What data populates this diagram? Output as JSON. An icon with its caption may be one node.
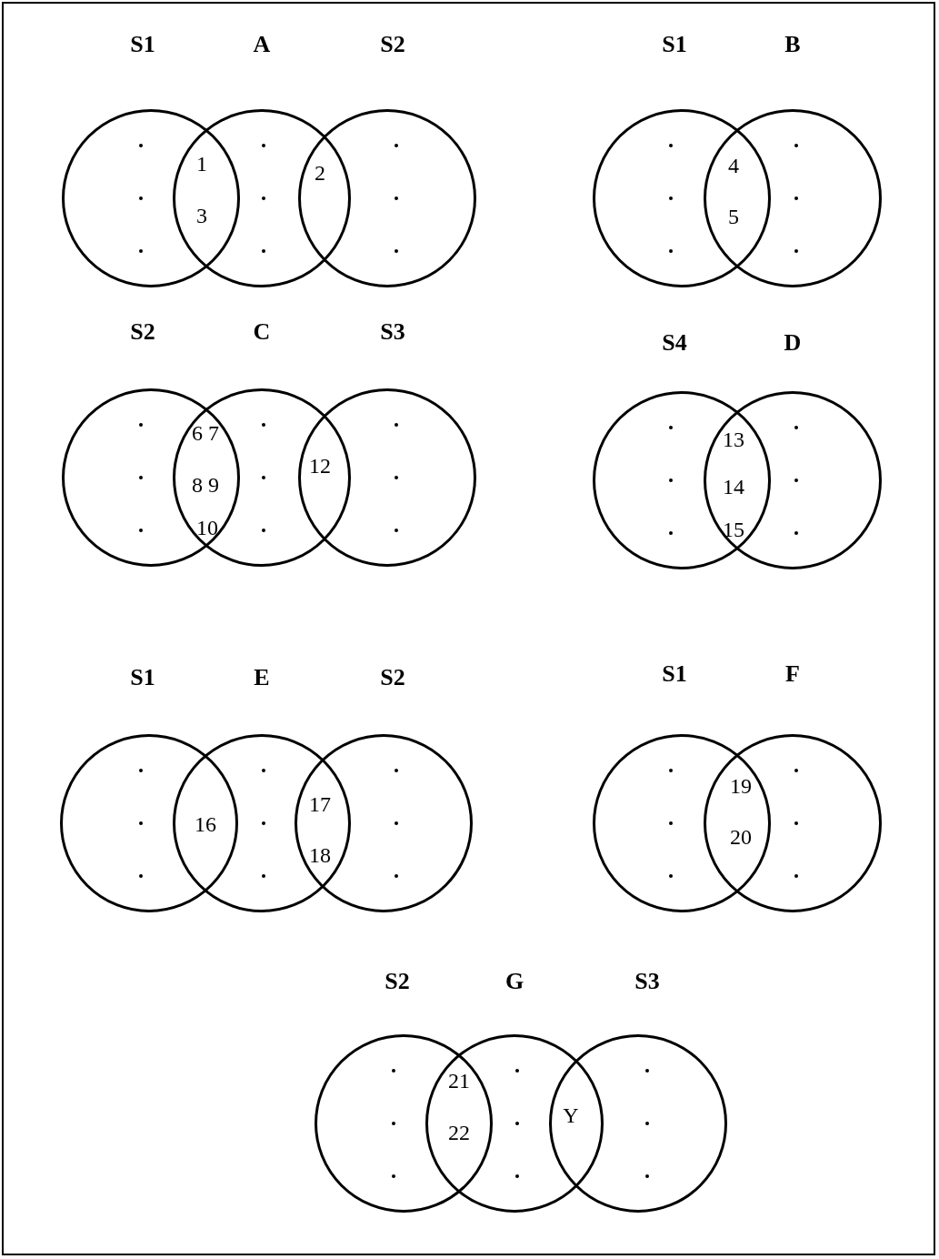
{
  "diagram": {
    "nodes": [
      {
        "text": [
          "S1"
        ]
      },
      {
        "text": [
          "A"
        ]
      },
      {
        "text": [
          "S2"
        ]
      },
      {
        "text": [
          "S1"
        ]
      },
      {
        "text": [
          "B"
        ]
      },
      {
        "text": [
          "S2"
        ]
      },
      {
        "text": [
          "C"
        ]
      },
      {
        "text": [
          "S3"
        ]
      },
      {
        "text": [
          "S4"
        ]
      },
      {
        "text": [
          "D"
        ]
      },
      {
        "text": [
          "S1"
        ]
      },
      {
        "text": [
          "E"
        ]
      },
      {
        "text": [
          "S2"
        ]
      },
      {
        "text": [
          "S1"
        ]
      },
      {
        "text": [
          "F"
        ]
      },
      {
        "text": [
          "S2"
        ]
      },
      {
        "text": [
          "G"
        ]
      },
      {
        "text": [
          "S3"
        ]
      }
    ],
    "edges": [],
    "labels": [
      "1",
      "3",
      "2",
      "4",
      "5",
      "6 7",
      "8 9",
      "10",
      "12",
      "13",
      "14",
      "15",
      "16",
      "17",
      "18",
      "19",
      "20",
      "21",
      "22",
      "Y"
    ]
  }
}
